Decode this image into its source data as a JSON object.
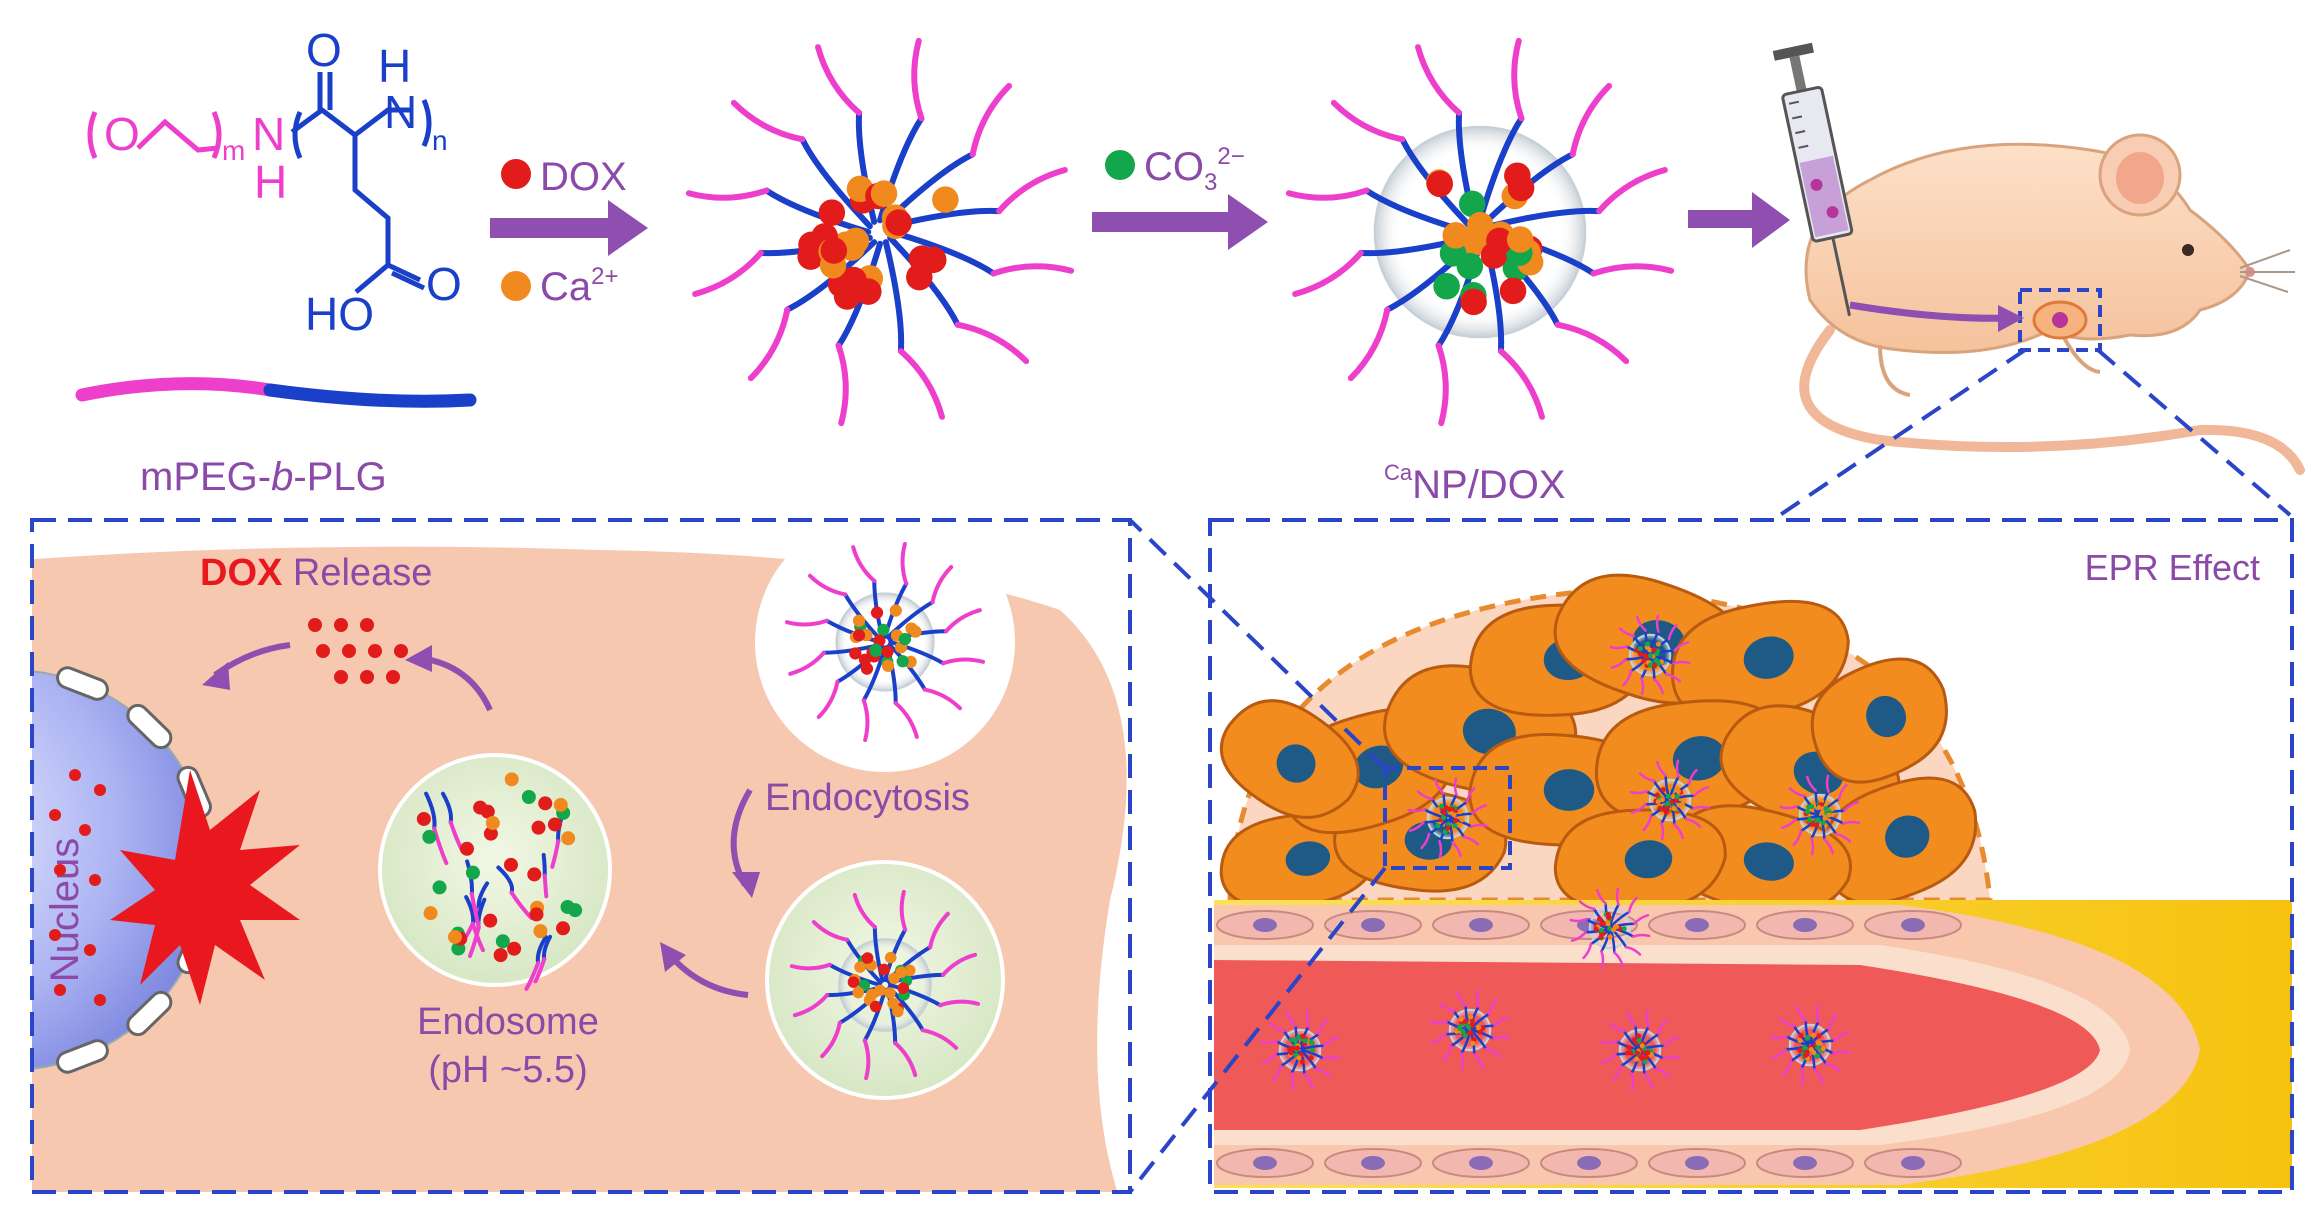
{
  "chemistry": {
    "o_atom": "O",
    "nh_n": "N",
    "nh_h": "H",
    "m_sub": "m",
    "carbonyl_o": "O",
    "amide_h": "H",
    "amide_n": "N",
    "n_sub": "n",
    "acid_o": "O",
    "acid_ho": "HO"
  },
  "labels": {
    "polymer": "mPEG-b-PLG",
    "polymer_prefix": "mPEG-",
    "polymer_b": "b",
    "polymer_suffix": "-PLG",
    "dox_legend": "DOX",
    "ca_legend": "Ca",
    "ca_charge": "2+",
    "co3_legend": "CO",
    "co3_sub": "3",
    "co3_charge": "2−",
    "nanoparticle_sup": "Ca",
    "nanoparticle": "NP/DOX",
    "epr": "EPR Effect",
    "dox_release_red": "DOX",
    "dox_release_rest": " Release",
    "nucleus": "Nucleus",
    "endocytosis": "Endocytosis",
    "endosome": "Endosome",
    "endosome_ph": "(pH ~5.5)"
  },
  "colors": {
    "peg": "#ee3fcc",
    "plg": "#1a3fc8",
    "dox": "#e21b1b",
    "calcium": "#f08a1e",
    "carbonate": "#13a64a",
    "arrow": "#8e4fb0",
    "frame": "#2a45c8",
    "cell": "#f6c8b0",
    "text_purple": "#8b4aa8"
  },
  "icons": [
    "syringe-icon",
    "mouse-icon",
    "nucleus-icon",
    "explosion-icon"
  ]
}
